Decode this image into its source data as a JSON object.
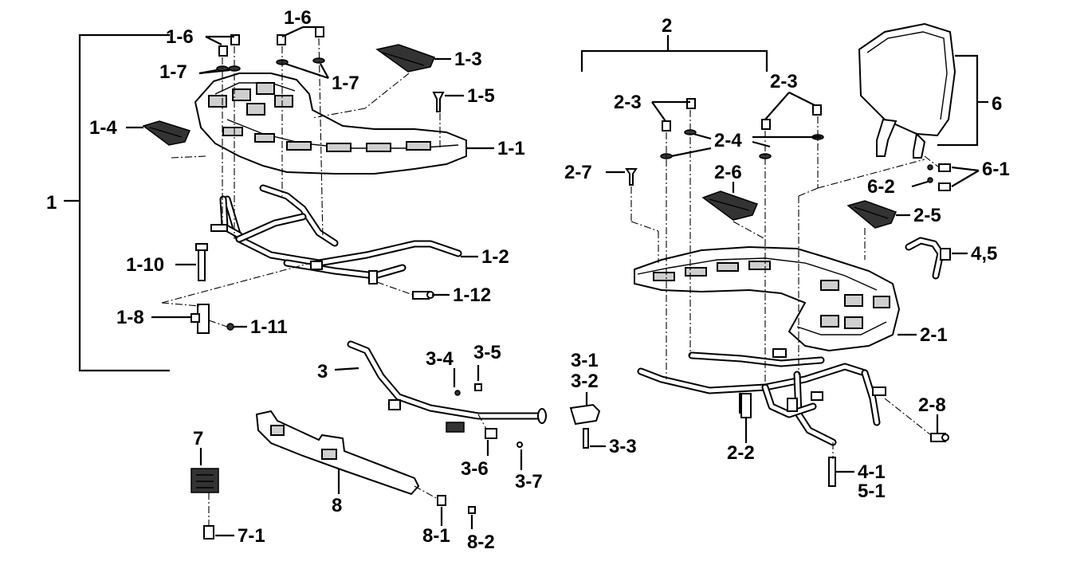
{
  "labels": {
    "g1": "1",
    "g2": "2",
    "g3": "3",
    "g6": "6",
    "g7": "7",
    "g8": "8",
    "p1_1": "1-1",
    "p1_2": "1-2",
    "p1_3": "1-3",
    "p1_4": "1-4",
    "p1_5": "1-5",
    "p1_6a": "1-6",
    "p1_6b": "1-6",
    "p1_7a": "1-7",
    "p1_7b": "1-7",
    "p1_8": "1-8",
    "p1_10": "1-10",
    "p1_11": "1-11",
    "p1_12": "1-12",
    "p2_1": "2-1",
    "p2_2": "2-2",
    "p2_3a": "2-3",
    "p2_3b": "2-3",
    "p2_4": "2-4",
    "p2_5": "2-5",
    "p2_6": "2-6",
    "p2_7": "2-7",
    "p2_8": "2-8",
    "p3_1": "3-1",
    "p3_2": "3-2",
    "p3_3": "3-3",
    "p3_4": "3-4",
    "p3_5": "3-5",
    "p3_6": "3-6",
    "p3_7": "3-7",
    "p4_5": "4,5",
    "p4_1": "4-1",
    "p5_1": "5-1",
    "p6_1": "6-1",
    "p6_2": "6-2",
    "p7_1": "7-1",
    "p8_1": "8-1",
    "p8_2": "8-2"
  }
}
